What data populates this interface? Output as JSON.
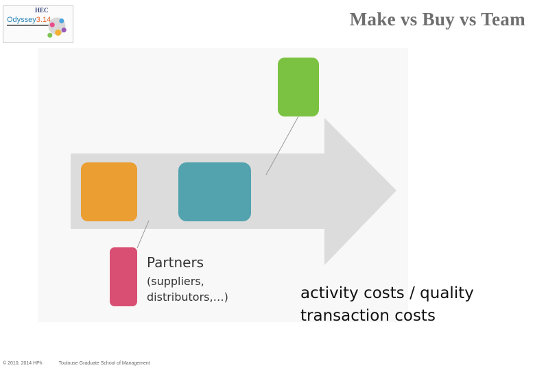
{
  "logo": {
    "brand_main": "Odyssey",
    "brand_accent": "3.14",
    "school_mark": "HEC"
  },
  "slide": {
    "title": "Make vs Buy vs Team"
  },
  "diagram": {
    "partners_title": "Partners",
    "partners_subtitle": "(suppliers, distributors,…)",
    "metrics": [
      "activity costs / quality",
      "transaction costs"
    ],
    "colors": {
      "arrow": "#dcdcdc",
      "orange_block": "#eb9e31",
      "teal_block": "#53a3ae",
      "green_block": "#7cc242",
      "pink_block": "#d94f73"
    }
  },
  "footer": {
    "copyright": "© 2010, 2014 HPh",
    "school": "Toulouse Graduate School of Management"
  }
}
